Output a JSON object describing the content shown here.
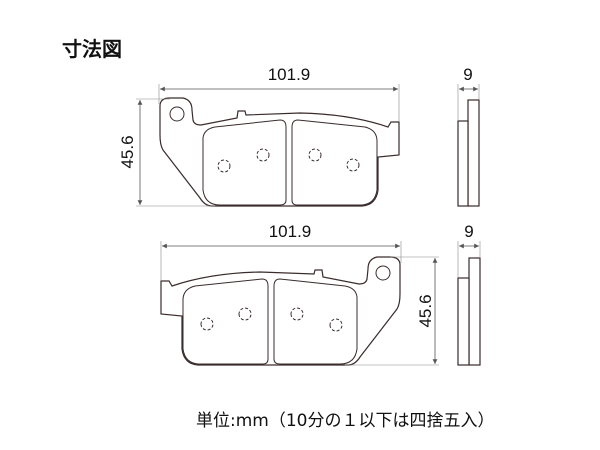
{
  "title": "寸法図",
  "top_view": {
    "width_label": "101.9",
    "height_label": "45.6",
    "thickness_label": "9"
  },
  "bottom_view": {
    "width_label": "101.9",
    "height_label": "45.6",
    "thickness_label": "9"
  },
  "note": "単位:mm（10分の１以下は四捨五入）"
}
